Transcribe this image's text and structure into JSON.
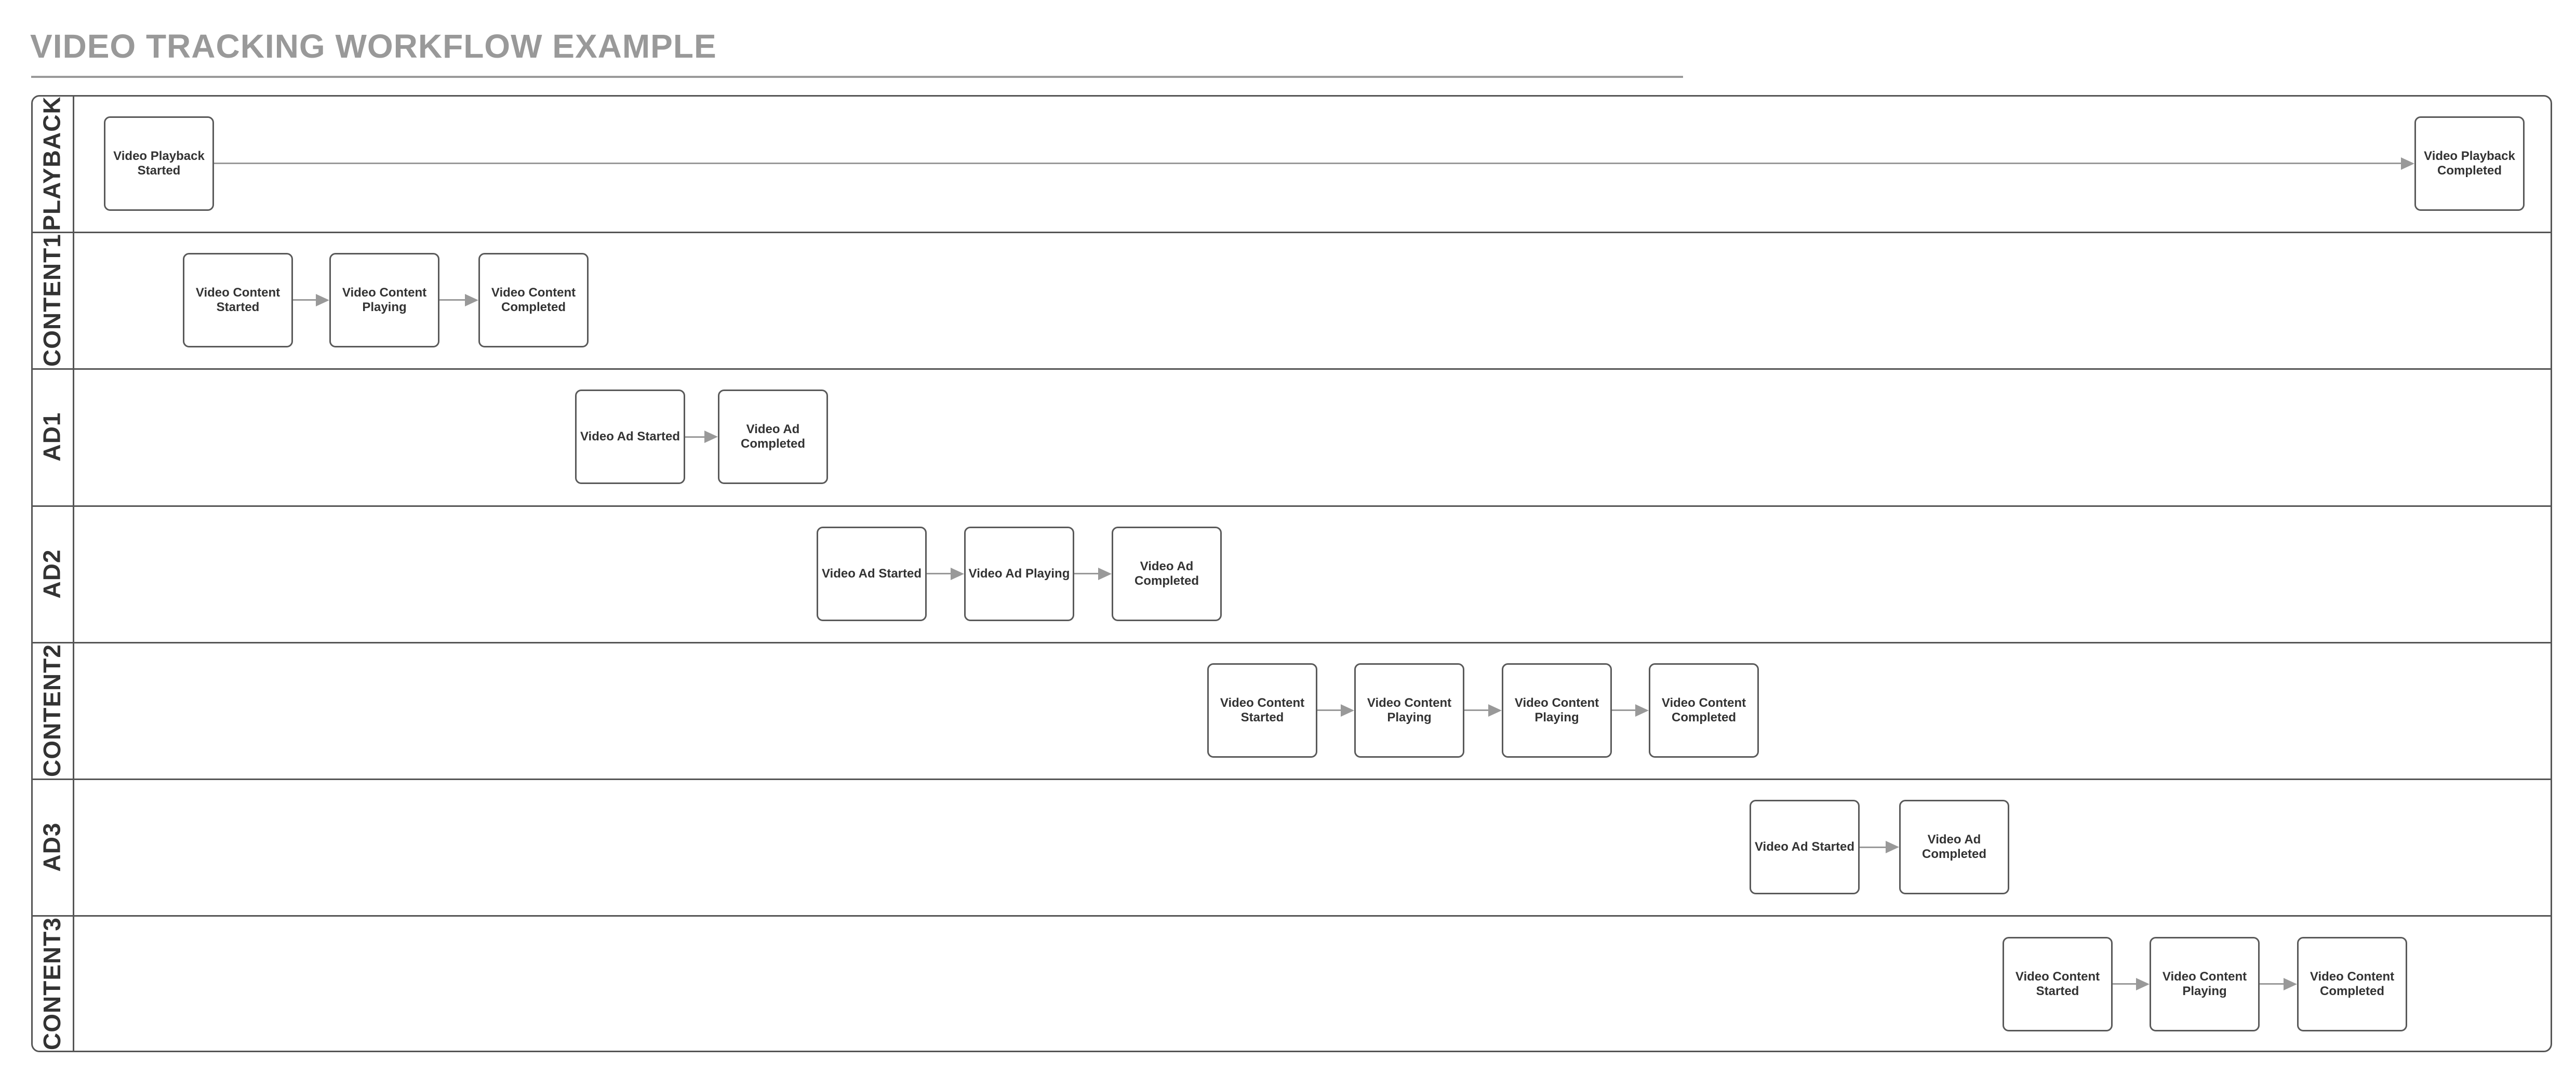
{
  "title": "VIDEO TRACKING WORKFLOW EXAMPLE",
  "lanes": [
    {
      "label": "PLAYBACK",
      "nodes": [
        "Video Playback Started",
        "Video Playback Completed"
      ]
    },
    {
      "label": "CONTENT1",
      "nodes": [
        "Video Content Started",
        "Video Content Playing",
        "Video Content Completed"
      ]
    },
    {
      "label": "AD1",
      "nodes": [
        "Video Ad Started",
        "Video Ad Completed"
      ]
    },
    {
      "label": "AD2",
      "nodes": [
        "Video Ad Started",
        "Video Ad Playing",
        "Video Ad Completed"
      ]
    },
    {
      "label": "CONTENT2",
      "nodes": [
        "Video Content Started",
        "Video Content Playing",
        "Video Content Playing",
        "Video Content Completed"
      ]
    },
    {
      "label": "AD3",
      "nodes": [
        "Video Ad Started",
        "Video Ad Completed"
      ]
    },
    {
      "label": "CONTENT3",
      "nodes": [
        "Video Content Started",
        "Video Content Playing",
        "Video Content Completed"
      ]
    }
  ],
  "colors": {
    "title_gray": "#999999",
    "frame_line": "#555555",
    "node_border": "#595959",
    "node_text": "#333333",
    "arrow_gray": "#999999",
    "background": "#ffffff"
  }
}
